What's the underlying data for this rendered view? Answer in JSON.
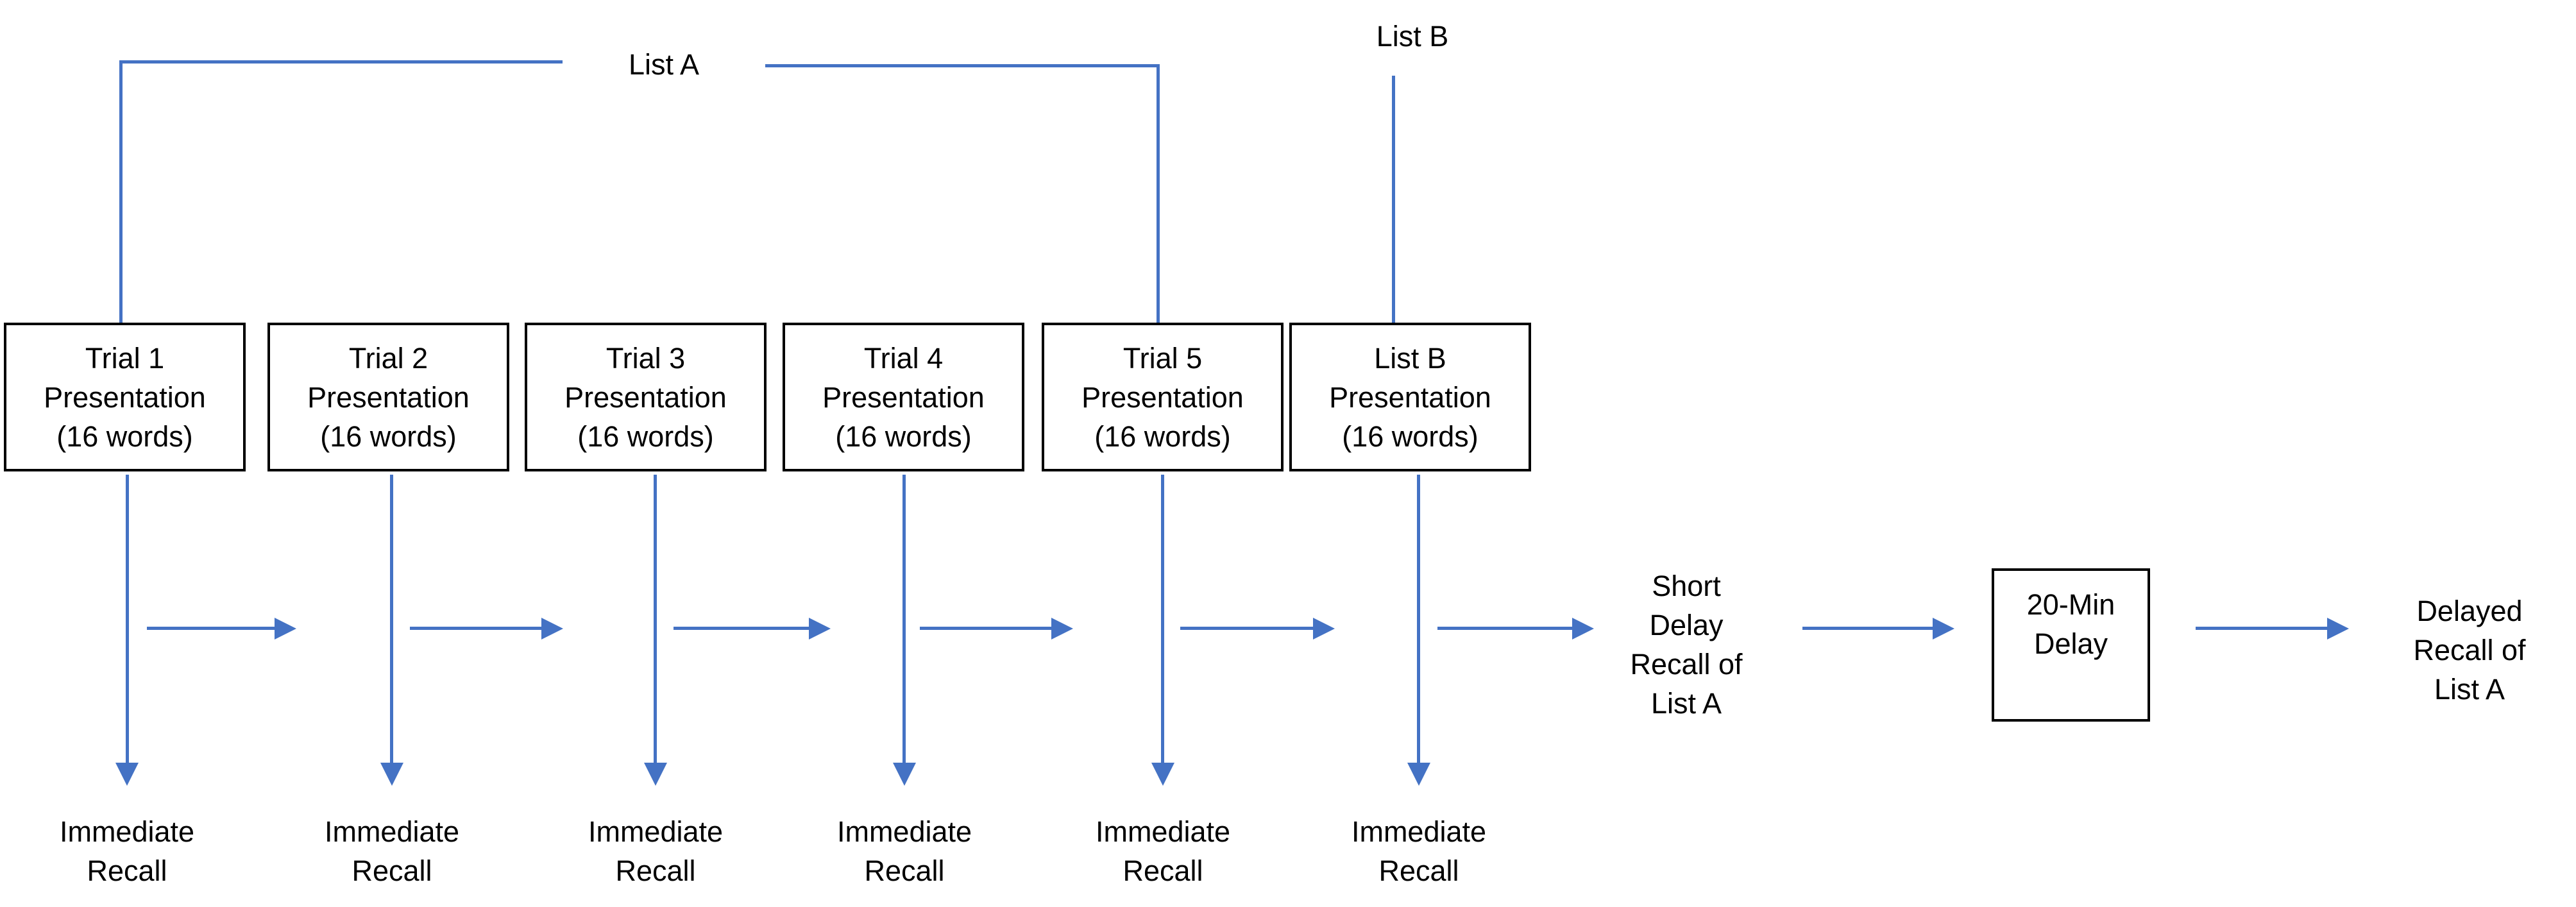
{
  "connectors": {
    "list_a_label": "List A",
    "list_b_label": "List B"
  },
  "boxes": [
    {
      "lines": [
        "Trial 1",
        "Presentation",
        "(16 words)"
      ]
    },
    {
      "lines": [
        "Trial 2",
        "Presentation",
        "(16 words)"
      ]
    },
    {
      "lines": [
        "Trial 3",
        "Presentation",
        "(16 words)"
      ]
    },
    {
      "lines": [
        "Trial 4",
        "Presentation",
        "(16 words)"
      ]
    },
    {
      "lines": [
        "Trial 5",
        "Presentation",
        "(16 words)"
      ]
    },
    {
      "lines": [
        "List B",
        "Presentation",
        "(16 words)"
      ]
    }
  ],
  "immediate_recall": {
    "line1": "Immediate",
    "line2": "Recall"
  },
  "short_delay": {
    "line1": "Short",
    "line2": "Delay",
    "line3": "Recall of",
    "line4": "List A"
  },
  "delay_box": {
    "line1": "20-Min",
    "line2": "Delay"
  },
  "delayed_recall": {
    "line1": "Delayed",
    "line2": "Recall of",
    "line3": "List A"
  },
  "colors": {
    "arrow_blue": "#4472C4",
    "box_border": "#000000",
    "text": "#000000",
    "background": "#FFFFFF"
  }
}
